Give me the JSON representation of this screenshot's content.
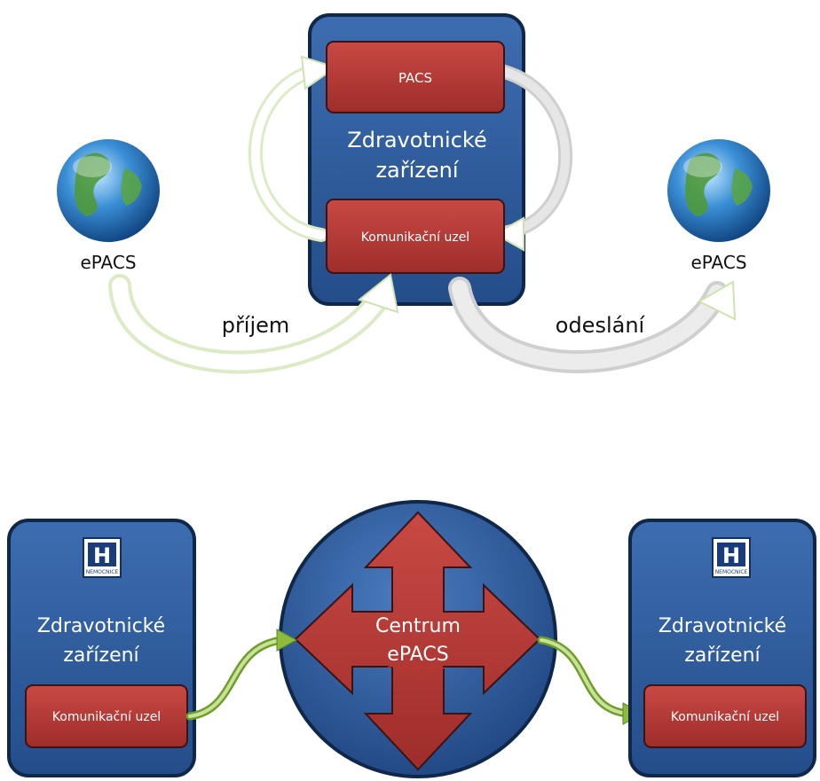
{
  "top": {
    "pacs_label": "PACS",
    "facility_line1": "Zdravotnické",
    "facility_line2": "zařízení",
    "node_label": "Komunikační uzel",
    "left_globe_label": "ePACS",
    "right_globe_label": "ePACS",
    "receive_label": "příjem",
    "send_label": "odeslání"
  },
  "bottom": {
    "left_facility": {
      "logo_letter": "H",
      "logo_caption": "NEMOCNICE",
      "line1": "Zdravotnické",
      "line2": "zařízení",
      "node_label": "Komunikační uzel"
    },
    "center": {
      "line1": "Centrum",
      "line2": "ePACS"
    },
    "right_facility": {
      "logo_letter": "H",
      "logo_caption": "NEMOCNICE",
      "line1": "Zdravotnické",
      "line2": "zařízení",
      "node_label": "Komunikační uzel"
    }
  },
  "colors": {
    "panel_blue": "#2f5d9c",
    "panel_dark": "#10284a",
    "node_red": "#b83a35",
    "arrow_light": "#e8f2d8",
    "arrow_green": "#8dbb3c"
  }
}
